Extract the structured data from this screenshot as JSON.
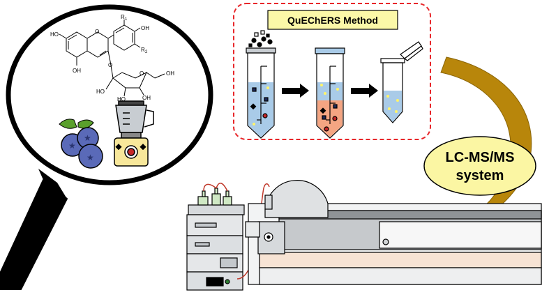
{
  "method": {
    "title": "QuEChERS Method",
    "border_color": "#e8262a",
    "label_bg": "#fbf8a8"
  },
  "system": {
    "line1": "LC-MS/MS",
    "line2": "system",
    "bubble_color": "#fbf6a3"
  },
  "arrow_color": "#b8860b",
  "molecule": {
    "labels": {
      "r1": "R",
      "r1_sub": "1",
      "r2": "R",
      "r2_sub": "2",
      "oplus": "O",
      "oh_a": "HO",
      "oh_b": "OH",
      "oh_c": "OH",
      "oh_d": "HO",
      "oh_e": "HO",
      "oh_f": "OH",
      "oh_g": "OH",
      "o_link": "O",
      "o_ring": "O"
    }
  },
  "icons": [
    "magnifying-glass-icon",
    "blueberries-icon",
    "blender-icon",
    "centrifuge-tube-icon",
    "vial-icon",
    "lc-instrument-icon",
    "mass-spectrometer-icon"
  ]
}
